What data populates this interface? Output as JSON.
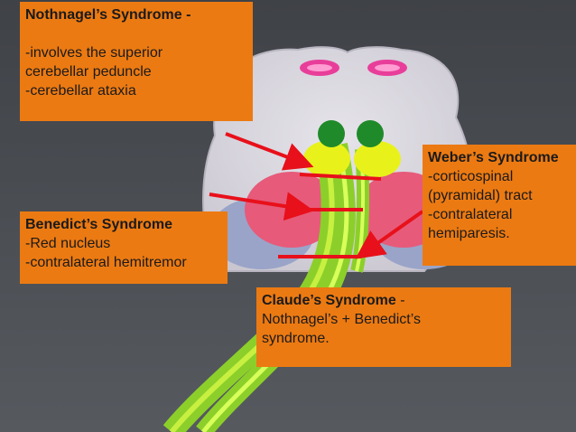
{
  "nothnagel": {
    "title": "Nothnagel’s Syndrome -",
    "lines": [
      "-involves the superior",
      "cerebellar peduncle",
      "-cerebellar ataxia"
    ]
  },
  "weber": {
    "title": "Weber’s Syndrome",
    "lines": [
      "-corticospinal",
      "(pyramidal) tract",
      "-contralateral",
      "hemiparesis."
    ]
  },
  "benedict": {
    "title": "Benedict’s Syndrome",
    "lines": [
      "-Red nucleus",
      "-contralateral hemitremor"
    ]
  },
  "claude": {
    "title": "Claude’s Syndrome",
    "title_suffix": " -",
    "lines": [
      "Nothnagel’s +  Benedict’s",
      "syndrome."
    ]
  },
  "colors": {
    "label_box": "#ec7a12",
    "arrow": "#e8101a",
    "background": "#4a4d52"
  }
}
